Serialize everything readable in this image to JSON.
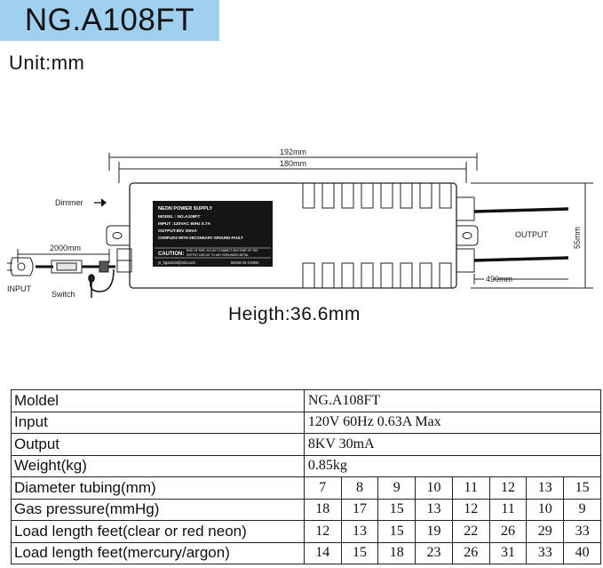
{
  "header": {
    "title": "NG.A108FT",
    "unit": "Unit:mm"
  },
  "drawing": {
    "dim_total": "192mm",
    "dim_body": "180mm",
    "dimmer_label": "Dimmer",
    "cable_length": "2000mm",
    "input_label": "INPUT",
    "switch_label": "Switch",
    "output_label": "OUTPUT",
    "output_length": "490mm",
    "height_dim": "55mm",
    "label_plate": {
      "line1": "NEON POWER SUPPLY",
      "line2": "MODEL : NG.A108FT",
      "line3": "INPUT   :120VAC 60Hz 0.7A",
      "line4": "OUTPUT:8kV 30mA",
      "line5": "COMPLIES WITH SECONDARY GROUND-FAULT",
      "caution": "CAUTION:",
      "caution_text1": "RISK OF FIRE. DO NOT CONNECT ANY PART OF THE",
      "caution_text2": "OUTPUT CIRCUIT TO ANY GROUNDED METAL",
      "email": "yt_hgs2018@163.com",
      "made_in": "MADE IN CHINA"
    }
  },
  "height_note": "Heigth:36.6mm",
  "spec_table": {
    "model": {
      "label": "Moldel",
      "value": "NG.A108FT"
    },
    "input": {
      "label": "Input",
      "value": "120V 60Hz 0.63A Max"
    },
    "output": {
      "label": "Output",
      "value": "8KV 30mA"
    },
    "weight": {
      "label": "Weight(kg)",
      "value": "0.85kg"
    },
    "diameter": {
      "label": "Diameter tubing(mm)",
      "values": [
        "7",
        "8",
        "9",
        "10",
        "11",
        "12",
        "13",
        "15"
      ]
    },
    "gas": {
      "label": "Gas pressure(mmHg)",
      "values": [
        "18",
        "17",
        "15",
        "13",
        "12",
        "11",
        "10",
        "9"
      ]
    },
    "load_clear": {
      "label": "Load length feet(clear or red neon)",
      "values": [
        "12",
        "13",
        "15",
        "19",
        "22",
        "26",
        "29",
        "33"
      ]
    },
    "load_mercury": {
      "label": "Load length feet(mercury/argon)",
      "values": [
        "14",
        "15",
        "18",
        "23",
        "26",
        "31",
        "33",
        "40"
      ]
    }
  }
}
